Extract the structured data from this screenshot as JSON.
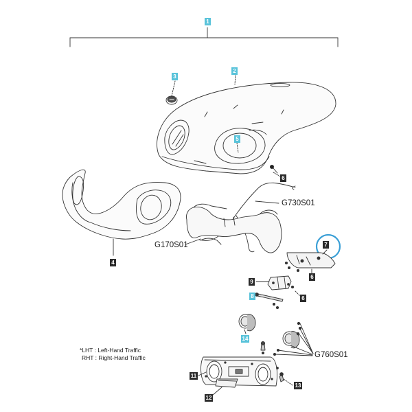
{
  "callouts": {
    "c1": "1",
    "c2": "2",
    "c3": "3",
    "c4": "4",
    "c5": "5",
    "c6a": "6",
    "c6b": "6",
    "c6c": "6",
    "c7": "7",
    "c8": "8",
    "c9": "9",
    "c11": "11",
    "c12": "12",
    "c13": "13",
    "c14": "14"
  },
  "codes": {
    "g730": "G730S01",
    "g170": "G170S01",
    "g760": "G760S01"
  },
  "legend": {
    "lht": "*LHT : Left-Hand Traffic",
    "rht": "RHT : Right-Hand Traffic"
  },
  "colors": {
    "callout_dark": "#2b2b2b",
    "callout_cyan": "#59c3da",
    "highlight_circle": "#3a9fd6",
    "line": "#333333"
  }
}
